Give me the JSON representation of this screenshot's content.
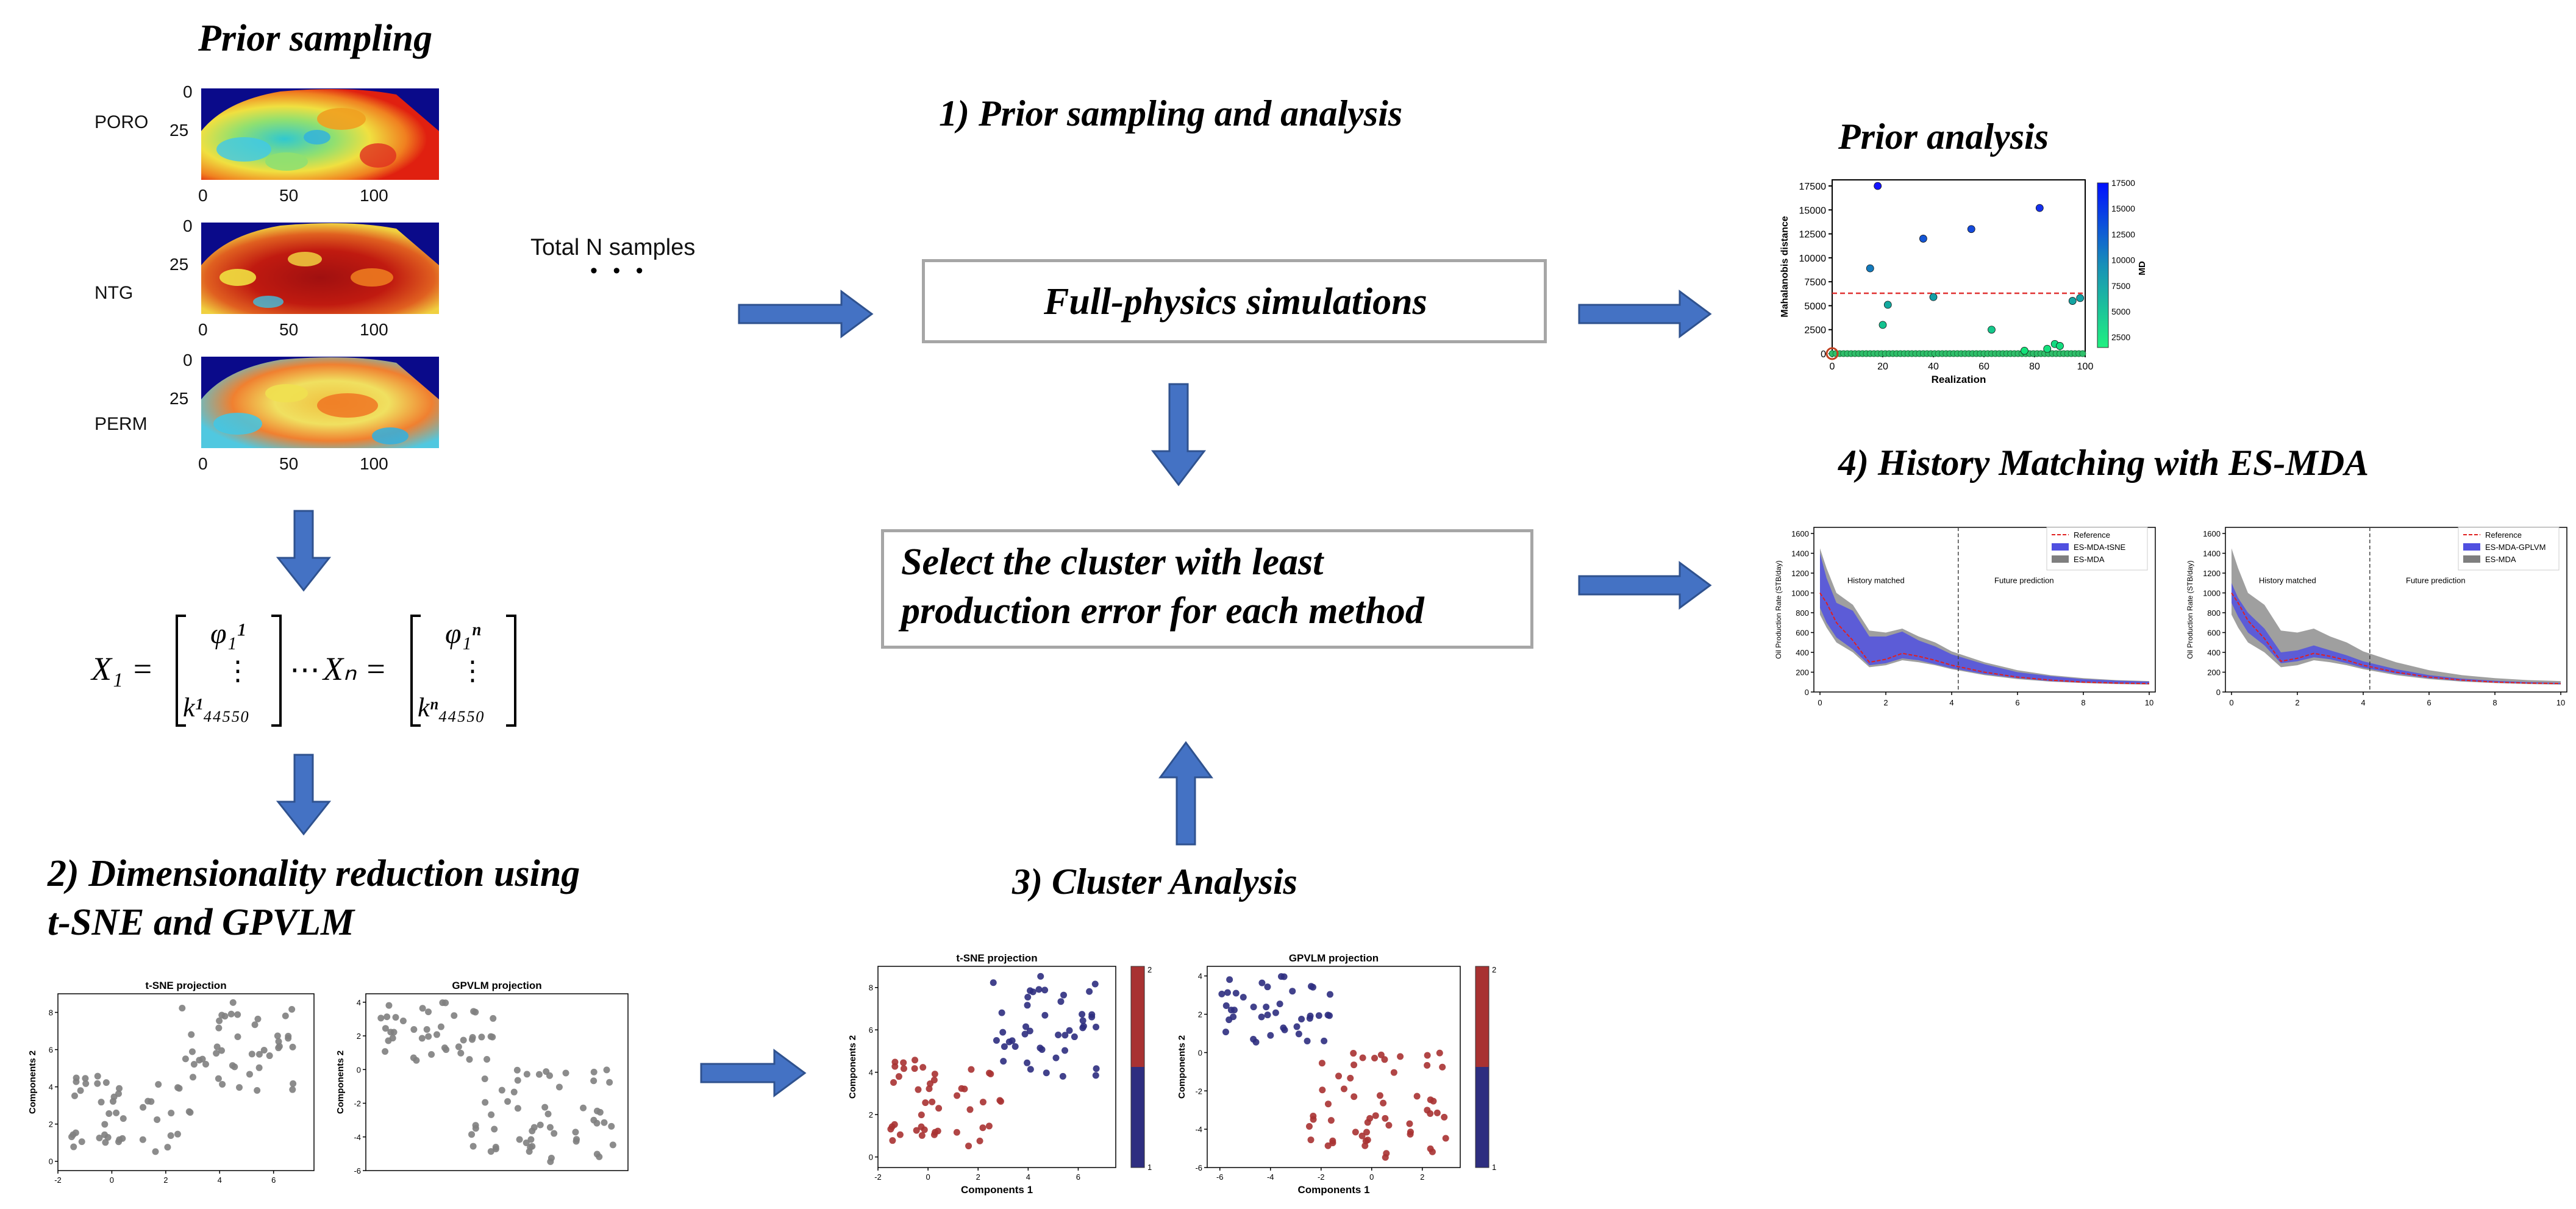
{
  "titles": {
    "prior_sampling": "Prior sampling",
    "step1": "1)  Prior sampling and analysis",
    "prior_analysis": "Prior analysis",
    "step4": "4)  History Matching with ES-MDA",
    "step2_line1": "2) Dimensionality reduction using",
    "step2_line2": "t-SNE and GPVLM",
    "step3": "3) Cluster Analysis"
  },
  "boxes": {
    "full_physics": "Full-physics simulations",
    "select_line1": "Select the cluster with least",
    "select_line2": "production error for each method"
  },
  "samples": {
    "label": "Total N samples",
    "ellipsis": "• • •"
  },
  "property_maps": [
    {
      "name": "PORO",
      "y_ticks": [
        "0",
        "25"
      ],
      "x_ticks": [
        "0",
        "50",
        "100"
      ]
    },
    {
      "name": "NTG",
      "y_ticks": [
        "0",
        "25"
      ],
      "x_ticks": [
        "0",
        "50",
        "100"
      ]
    },
    {
      "name": "PERM",
      "y_ticks": [
        "0",
        "25"
      ],
      "x_ticks": [
        "0",
        "50",
        "100"
      ]
    }
  ],
  "vectors": {
    "x1_lhs": "X₁ =",
    "x1_top": "φ₁¹",
    "x1_mid": "⋮",
    "x1_bot": "k¹₄₄₅₅₀",
    "cdots": "⋯",
    "xn_lhs": "Xₙ =",
    "xn_top": "φ₁ⁿ",
    "xn_mid": "⋮",
    "xn_bot": "kⁿ₄₄₅₅₀"
  },
  "colors": {
    "arrow": "#4472c4",
    "box_border": "#a6a6a6",
    "scatter_gray": "#808080",
    "cluster_red": "#a83232",
    "cluster_blue": "#2e2e80",
    "threshold": "#e03030"
  },
  "chart_data": [
    {
      "type": "scatter",
      "panel": "prior-analysis",
      "xlabel": "Realization",
      "ylabel": "Mahalanobis distance",
      "colorbar_label": "MD",
      "xlim": [
        0,
        100
      ],
      "ylim": [
        0,
        17500
      ],
      "x_ticks": [
        "0",
        "20",
        "40",
        "60",
        "80",
        "100"
      ],
      "y_ticks": [
        "0",
        "2500",
        "5000",
        "7500",
        "10000",
        "12500",
        "15000",
        "17500"
      ],
      "colorbar_ticks": [
        "2500",
        "5000",
        "7500",
        "10000",
        "12500",
        "15000",
        "17500"
      ],
      "threshold": 6300,
      "points": [
        [
          18,
          17500
        ],
        [
          15,
          8900
        ],
        [
          22,
          5100
        ],
        [
          36,
          12000
        ],
        [
          40,
          5900
        ],
        [
          55,
          13000
        ],
        [
          63,
          2500
        ],
        [
          82,
          15200
        ],
        [
          95,
          5500
        ],
        [
          98,
          5800
        ],
        [
          20,
          3000
        ],
        [
          85,
          500
        ],
        [
          88,
          1000
        ],
        [
          90,
          800
        ],
        [
          76,
          300
        ]
      ],
      "baseline_y": 0
    },
    {
      "type": "area",
      "panel": "history-matching-tsne",
      "xlabel": "",
      "ylabel": "Oil Production Rate (STB/day)",
      "xlim": [
        0,
        10
      ],
      "ylim": [
        0,
        1600
      ],
      "x_ticks": [
        "0",
        "2",
        "4",
        "6",
        "8",
        "10"
      ],
      "y_ticks": [
        "0",
        "200",
        "400",
        "600",
        "800",
        "1000",
        "1200",
        "1400",
        "1600"
      ],
      "annotations": [
        "History matched",
        "Future prediction"
      ],
      "split_x": 4.2,
      "legend": [
        "Reference",
        "ES-MDA-tSNE",
        "ES-MDA"
      ],
      "x": [
        0,
        0.2,
        0.5,
        1,
        1.5,
        2,
        2.5,
        3,
        3.5,
        4,
        5,
        6,
        7,
        8,
        9,
        10
      ],
      "reference": [
        1000,
        900,
        700,
        520,
        300,
        330,
        390,
        360,
        320,
        270,
        200,
        150,
        120,
        100,
        90,
        85
      ],
      "ens_lower": [
        850,
        700,
        550,
        430,
        270,
        290,
        340,
        320,
        280,
        240,
        180,
        140,
        110,
        95,
        85,
        80
      ],
      "ens_upper": [
        1400,
        1150,
        900,
        820,
        560,
        560,
        610,
        520,
        460,
        380,
        280,
        200,
        160,
        130,
        115,
        105
      ],
      "prior_lower": [
        780,
        650,
        500,
        400,
        250,
        270,
        320,
        300,
        270,
        230,
        170,
        130,
        105,
        90,
        80,
        75
      ],
      "prior_upper": [
        1450,
        1250,
        1000,
        880,
        620,
        600,
        640,
        560,
        500,
        410,
        300,
        220,
        170,
        140,
        120,
        110
      ]
    },
    {
      "type": "area",
      "panel": "history-matching-gpvlm",
      "xlabel": "",
      "ylabel": "Oil Production Rate (STB/day)",
      "xlim": [
        0,
        10
      ],
      "ylim": [
        0,
        1600
      ],
      "x_ticks": [
        "0",
        "2",
        "4",
        "6",
        "8",
        "10"
      ],
      "y_ticks": [
        "0",
        "200",
        "400",
        "600",
        "800",
        "1000",
        "1200",
        "1400",
        "1600"
      ],
      "annotations": [
        "History matched",
        "Future prediction"
      ],
      "split_x": 4.2,
      "legend": [
        "Reference",
        "ES-MDA-GPLVM",
        "ES-MDA"
      ],
      "x": [
        0,
        0.2,
        0.5,
        1,
        1.5,
        2,
        2.5,
        3,
        3.5,
        4,
        5,
        6,
        7,
        8,
        9,
        10
      ],
      "reference": [
        1000,
        900,
        720,
        540,
        310,
        340,
        390,
        360,
        320,
        270,
        200,
        150,
        120,
        100,
        90,
        85
      ],
      "ens_lower": [
        900,
        760,
        600,
        470,
        290,
        310,
        350,
        330,
        290,
        245,
        185,
        140,
        112,
        96,
        86,
        80
      ],
      "ens_upper": [
        1100,
        950,
        800,
        640,
        400,
        420,
        470,
        420,
        370,
        310,
        230,
        170,
        135,
        112,
        100,
        92
      ],
      "prior_lower": [
        780,
        650,
        500,
        400,
        250,
        270,
        320,
        300,
        270,
        230,
        170,
        130,
        105,
        90,
        80,
        75
      ],
      "prior_upper": [
        1450,
        1250,
        1000,
        880,
        620,
        600,
        640,
        560,
        500,
        410,
        300,
        220,
        170,
        140,
        120,
        110
      ]
    },
    {
      "type": "scatter",
      "panel": "tsne-gray",
      "title": "t-SNE projection",
      "ylabel": "Components 2",
      "xlim": [
        -2,
        7.5
      ],
      "ylim": [
        -0.5,
        9
      ],
      "x_ticks": [
        "-2",
        "0",
        "2",
        "4",
        "6"
      ],
      "y_ticks": [
        "0",
        "2",
        "4",
        "6",
        "8"
      ]
    },
    {
      "type": "scatter",
      "panel": "gpvlm-gray",
      "title": "GPVLM projection",
      "ylabel": "Components 2",
      "xlim": [
        -6.5,
        3.5
      ],
      "ylim": [
        -6,
        4.5
      ],
      "y_ticks": [
        "-6",
        "-4",
        "-2",
        "0",
        "2",
        "4"
      ]
    },
    {
      "type": "scatter",
      "panel": "tsne-cluster",
      "title": "t-SNE projection",
      "xlabel": "Components 1",
      "ylabel": "Components 2",
      "xlim": [
        -2,
        7.5
      ],
      "ylim": [
        -0.5,
        9
      ],
      "x_ticks": [
        "-2",
        "0",
        "2",
        "4",
        "6"
      ],
      "y_ticks": [
        "0",
        "2",
        "4",
        "6",
        "8"
      ],
      "colorbar_ticks": [
        "1",
        "2"
      ]
    },
    {
      "type": "scatter",
      "panel": "gpvlm-cluster",
      "title": "GPVLM projection",
      "xlabel": "Components 1",
      "ylabel": "Components 2",
      "xlim": [
        -6.5,
        3.5
      ],
      "ylim": [
        -6,
        4.5
      ],
      "x_ticks": [
        "-6",
        "-4",
        "-2",
        "0",
        "2"
      ],
      "y_ticks": [
        "-6",
        "-4",
        "-2",
        "0",
        "2",
        "4"
      ],
      "colorbar_ticks": [
        "1",
        "2"
      ]
    }
  ]
}
